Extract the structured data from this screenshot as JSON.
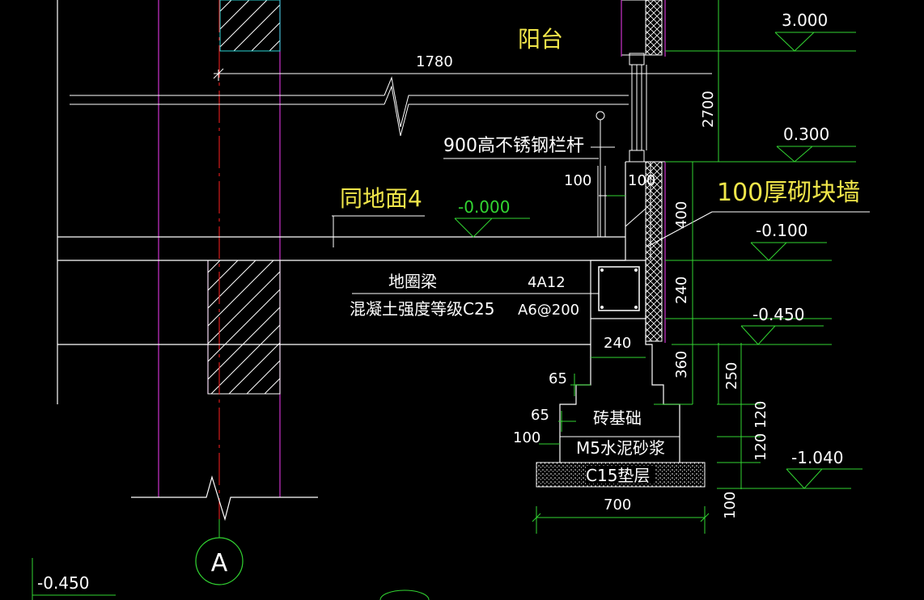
{
  "drawing": {
    "labels": {
      "balcony": "阳台",
      "railing": "900高不锈钢栏杆",
      "same_floor": "同地面4",
      "block_wall": "100厚砌块墙",
      "ground_beam": "地圈梁",
      "concrete_grade": "混凝土强度等级C25",
      "main_rebar": "4A12",
      "stirrup": "A6@200",
      "brick_foundation": "砖基础",
      "mortar": "M5水泥砂浆",
      "cushion": "C15垫层",
      "axis": "A"
    },
    "dimensions": {
      "d1780": "1780",
      "d2700": "2700",
      "d100_left": "100",
      "d100_right": "100",
      "d400": "400",
      "d240_vert": "240",
      "d240_beam": "240",
      "d65_top": "65",
      "d65_bottom": "65",
      "d100_step": "100",
      "d360": "360",
      "d250": "250",
      "d120_top": "120",
      "d120_bottom": "120",
      "d700": "700",
      "d100_bottom": "100"
    },
    "elevations": {
      "e3000": "3.000",
      "e0300": "0.300",
      "e0000": "-0.000",
      "em0100": "-0.100",
      "em0450": "-0.450",
      "em1040": "-1.040",
      "em0450_corner": "-0.450"
    },
    "colors": {
      "line": "#ffffff",
      "wall": "#cc33cc",
      "axis_line": "#ff2020",
      "dimension": "#32d532",
      "hatch_outline": "#2ad5d5",
      "yellow_text": "#f0e64a"
    }
  }
}
